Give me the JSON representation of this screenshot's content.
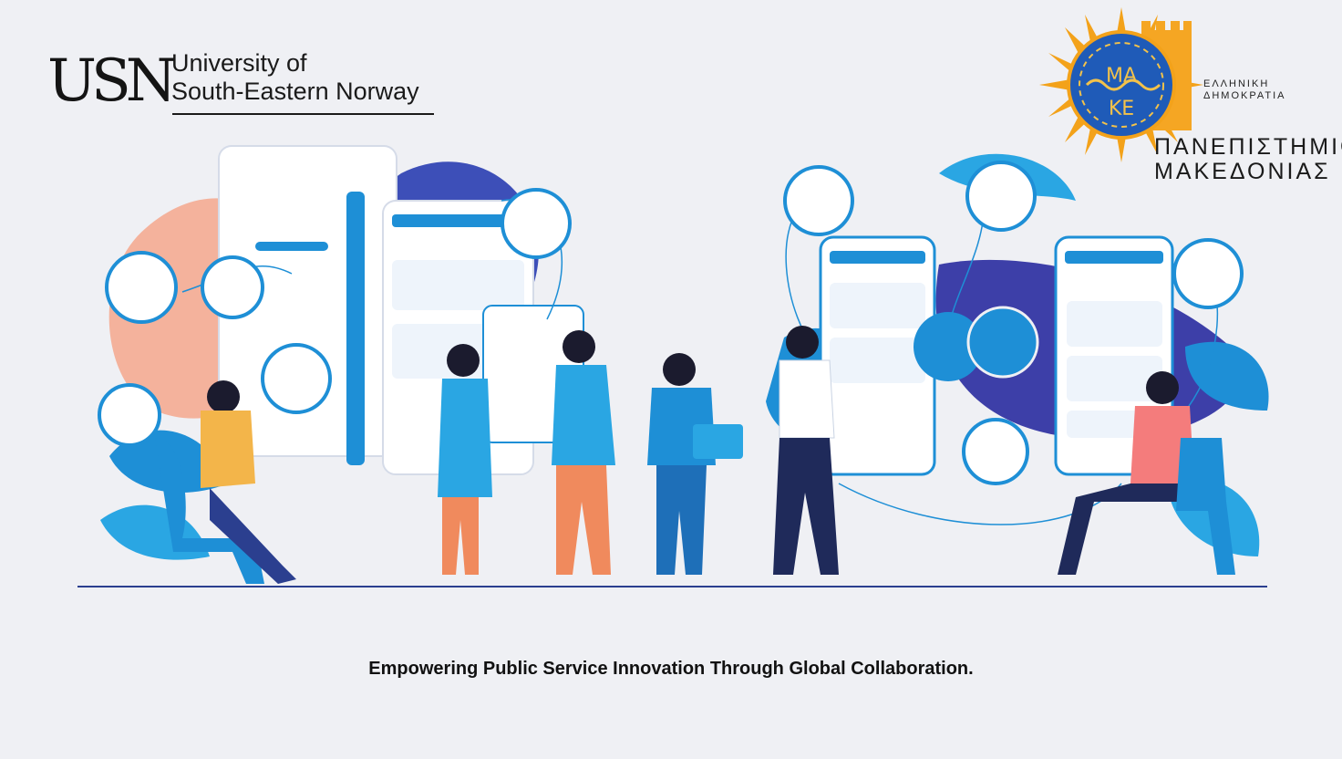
{
  "usn_logo": {
    "mark": "USN",
    "name_line1": "University of",
    "name_line2": "South-Eastern Norway"
  },
  "uom_logo": {
    "seal_text_line1": "ΜΑ",
    "seal_text_line2": "ΚΕ",
    "state_line1": "ΕΛΛΗΝΙΚΗ",
    "state_line2": "ΔΗΜΟΚΡΑΤΙΑ",
    "university_line1": "ΠΑΝΕΠΙΣΤΗΜΙΟ",
    "university_line2": "ΜΑΚΕΔΟΝΙΑΣ"
  },
  "tagline": "Empowering Public Service Innovation Through Global Collaboration.",
  "colors": {
    "background": "#eff0f4",
    "primary_blue": "#1e8fd6",
    "deep_blue": "#2b3f8f",
    "accent_orange": "#f08a5d",
    "navy": "#1f2a5a"
  }
}
